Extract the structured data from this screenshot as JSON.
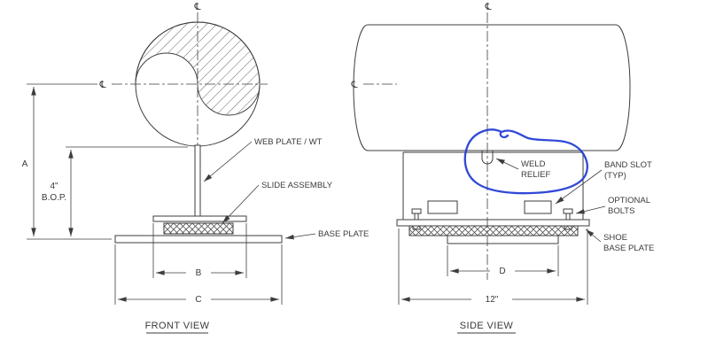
{
  "colors": {
    "line": "#3d3d3d",
    "text": "#3a3a3a",
    "annotation": "#2039d4",
    "background": "#ffffff"
  },
  "symbols": {
    "centerline": "℄"
  },
  "front_view": {
    "title": "FRONT VIEW",
    "dims": {
      "a": "A",
      "bop_value": "4\"",
      "bop": "B.O.P.",
      "b": "B",
      "c": "C"
    },
    "labels": {
      "web_plate": "WEB PLATE / WT",
      "slide_assembly": "SLIDE ASSEMBLY",
      "base_plate": "BASE PLATE"
    }
  },
  "side_view": {
    "title": "SIDE VIEW",
    "dims": {
      "d": "D",
      "width": "12\""
    },
    "labels": {
      "weld_relief_1": "WELD",
      "weld_relief_2": "RELIEF",
      "band_slot_1": "BAND SLOT",
      "band_slot_2": "(TYP)",
      "bolts_1": "OPTIONAL",
      "bolts_2": "BOLTS",
      "shoe_1": "SHOE",
      "shoe_2": "BASE PLATE"
    }
  }
}
